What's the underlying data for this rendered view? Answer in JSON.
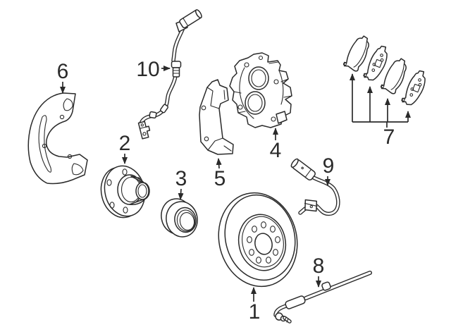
{
  "diagram": {
    "background": "#ffffff",
    "line_color": "#2a2a2a",
    "labels": {
      "rotor": "1",
      "hub": "2",
      "bearing": "3",
      "caliper": "4",
      "caliper_bracket": "5",
      "splash_shield": "6",
      "brake_pads": "7",
      "brake_hose": "8",
      "wear_sensor": "9",
      "abs_sensor": "10"
    }
  }
}
